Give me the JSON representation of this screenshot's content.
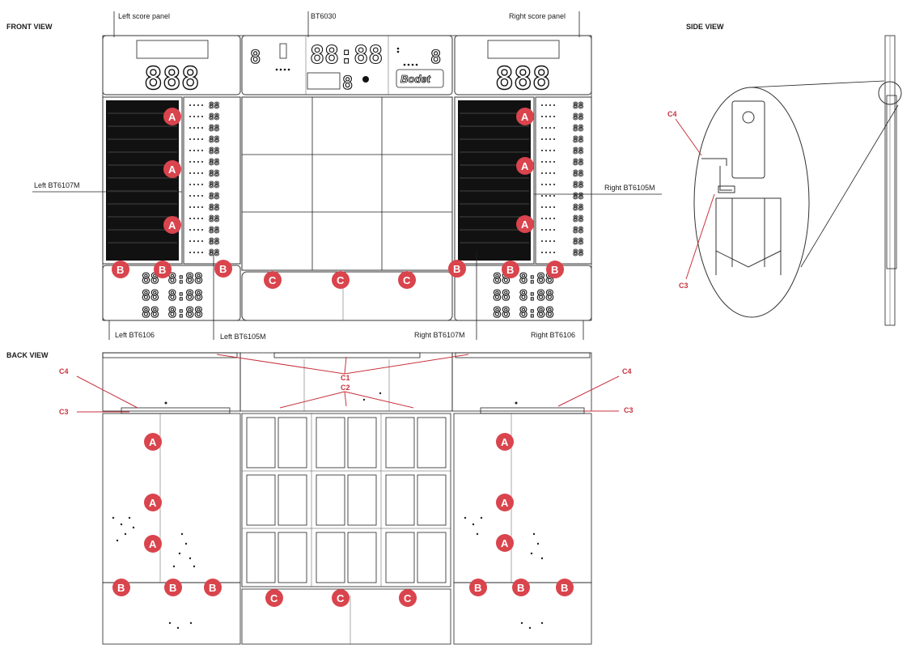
{
  "headings": {
    "front_view": "FRONT VIEW",
    "back_view": "BACK VIEW",
    "side_view": "SIDE VIEW"
  },
  "labels": {
    "left_score_panel": "Left score panel",
    "bt6030": "BT6030",
    "right_score_panel": "Right score panel",
    "left_bt6107m": "Left BT6107M",
    "right_bt6105m": "Right BT6105M",
    "left_bt6106": "Left BT6106",
    "left_bt6105m": "Left BT6105M",
    "right_bt6107m": "Right BT6107M",
    "right_bt6106": "Right BT6106"
  },
  "callouts": {
    "c1": "C1",
    "c2": "C2",
    "c3": "C3",
    "c4": "C4"
  },
  "badges": {
    "a": "A",
    "b": "B",
    "c": "C"
  },
  "displays": {
    "score": "888",
    "clock": "88:88",
    "period": "8",
    "small_digit": "8",
    "timer_row": "88 8:88",
    "brand": "Bodet"
  },
  "colors": {
    "badge": "#d9444d",
    "callout": "#c8323c",
    "line": "#222222"
  }
}
